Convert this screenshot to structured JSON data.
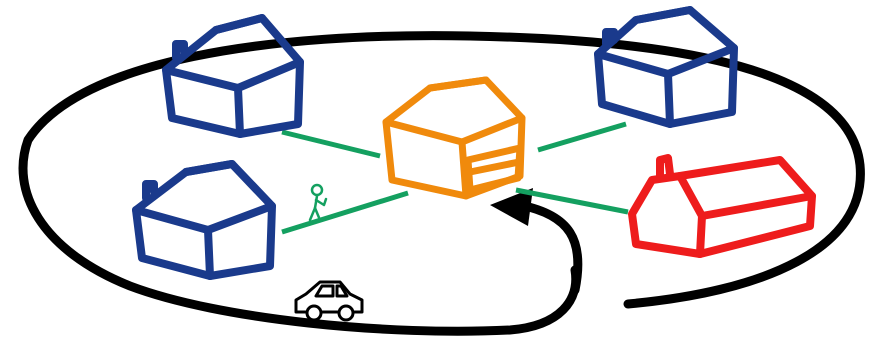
{
  "colors": {
    "background": "#ffffff",
    "house": "#1a3a8c",
    "barn": "#f08a0c",
    "church": "#ee1c1c",
    "connector": "#14a060",
    "route": "#000000",
    "car": "#000000",
    "pedestrian": "#14a060"
  },
  "elements": {
    "houses": [
      {
        "id": "house-top-left",
        "color_key": "house"
      },
      {
        "id": "house-top-right",
        "color_key": "house"
      },
      {
        "id": "house-bottom-left",
        "color_key": "house"
      }
    ],
    "center_building": {
      "id": "central-barn",
      "color_key": "barn"
    },
    "church": {
      "id": "church",
      "color_key": "church"
    },
    "vehicles": [
      {
        "id": "car-icon",
        "color_key": "car"
      }
    ],
    "people": [
      {
        "id": "walking-person-icon",
        "color_key": "pedestrian"
      }
    ],
    "connectors": 4,
    "loop_arrow": true
  }
}
